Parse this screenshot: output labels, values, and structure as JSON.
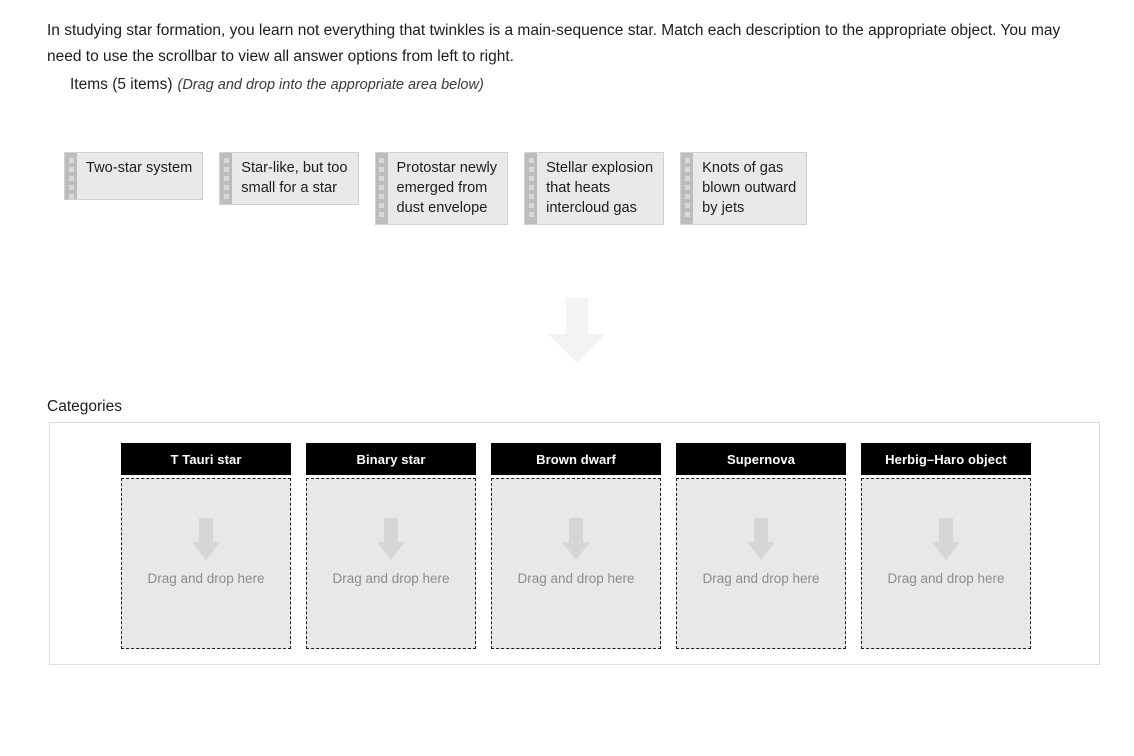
{
  "prompt": {
    "text": "In studying star formation, you learn not everything that twinkles is a main-sequence star. Match each description to the appropriate object. You may need to use the scrollbar to view all answer options from left to right."
  },
  "items_header": {
    "label": "Items (5 items)",
    "hint": "(Drag and drop into the appropriate area below)"
  },
  "items": [
    {
      "label": "Two-star system",
      "handle_icon": "drag-handle-icon"
    },
    {
      "label": "Star-like, but too\nsmall for a star",
      "handle_icon": "drag-handle-icon"
    },
    {
      "label": "Protostar newly\nemerged from\ndust envelope",
      "handle_icon": "drag-handle-icon"
    },
    {
      "label": "Stellar explosion\nthat heats\nintercloud gas",
      "handle_icon": "drag-handle-icon"
    },
    {
      "label": "Knots of gas\nblown outward\nby jets",
      "handle_icon": "drag-handle-icon"
    }
  ],
  "transfer_arrow": {
    "icon": "down-arrow-icon"
  },
  "categories_section": {
    "label": "Categories",
    "dropzone_placeholder": "Drag and drop here",
    "dropzone_icon": "down-arrow-icon",
    "columns": [
      {
        "title": "T Tauri star"
      },
      {
        "title": "Binary star"
      },
      {
        "title": "Brown dwarf"
      },
      {
        "title": "Supernova"
      },
      {
        "title": "Herbig–Haro object"
      }
    ]
  },
  "colors": {
    "item_background": "#e9e9e9",
    "item_border": "#d0d0d0",
    "handle": "#bdbdbd",
    "header_background": "#000000",
    "header_text": "#ffffff",
    "dropzone_background": "#e8e8e8",
    "dropzone_border": "#1a1a1a",
    "placeholder_text": "#8c8c8c",
    "arrow": "#f3f3f3"
  }
}
